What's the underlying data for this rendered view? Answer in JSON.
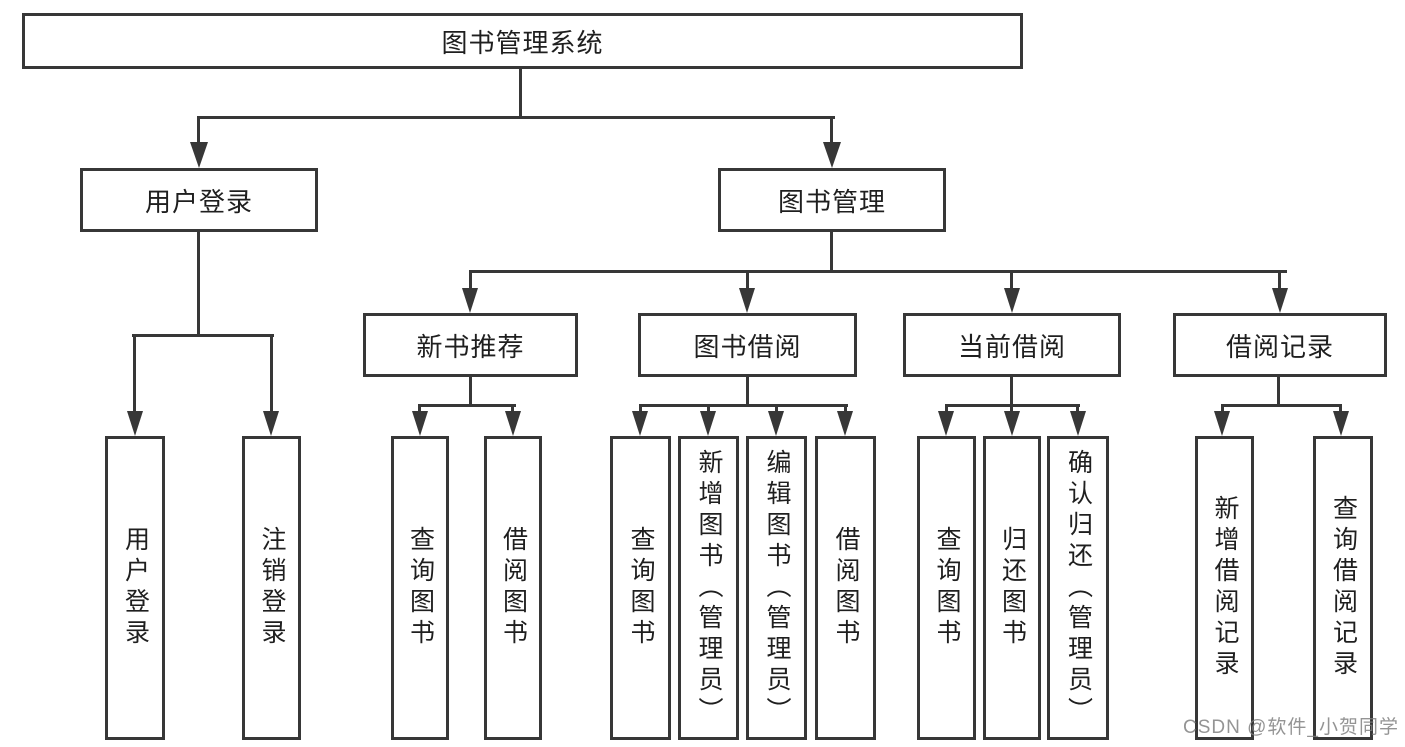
{
  "diagram_title": "图书管理系统",
  "watermark": "CSDN @软件_小贺同学",
  "colors": {
    "line": "#373737",
    "text": "#1f1f1f",
    "box_fill": "#ffffff",
    "background": "#ffffff",
    "watermark": "#7d7d7d"
  },
  "tree": {
    "root": {
      "label": "图书管理系统",
      "children": [
        {
          "label": "用户登录",
          "children": [
            {
              "label": "用户登录"
            },
            {
              "label": "注销登录"
            }
          ]
        },
        {
          "label": "图书管理",
          "children": [
            {
              "label": "新书推荐",
              "children": [
                {
                  "label": "查询图书"
                },
                {
                  "label": "借阅图书"
                }
              ]
            },
            {
              "label": "图书借阅",
              "children": [
                {
                  "label": "查询图书"
                },
                {
                  "label": "新增图书（管理员）"
                },
                {
                  "label": "编辑图书（管理员）"
                },
                {
                  "label": "借阅图书"
                }
              ]
            },
            {
              "label": "当前借阅",
              "children": [
                {
                  "label": "查询图书"
                },
                {
                  "label": "归还图书"
                },
                {
                  "label": "确认归还（管理员）"
                }
              ]
            },
            {
              "label": "借阅记录",
              "children": [
                {
                  "label": "新增借阅记录"
                },
                {
                  "label": "查询借阅记录"
                }
              ]
            }
          ]
        }
      ]
    }
  }
}
